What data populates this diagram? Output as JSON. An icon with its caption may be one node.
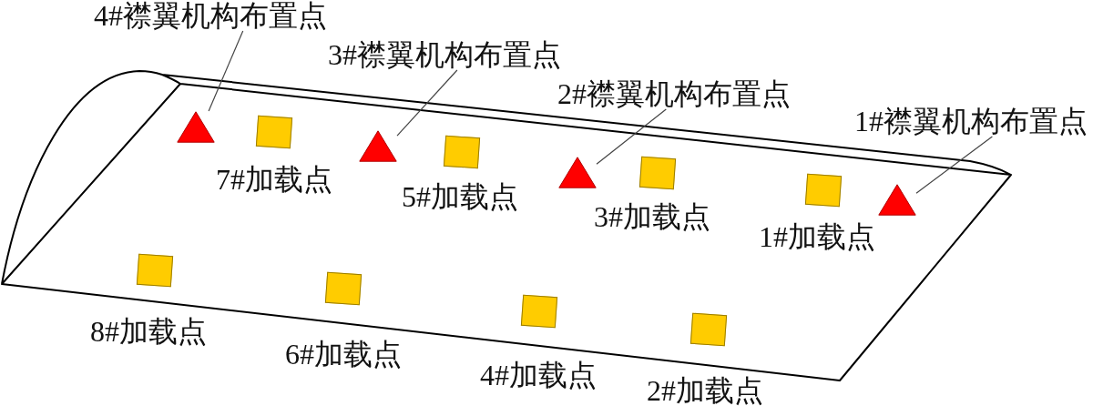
{
  "diagram": {
    "nodes": [
      {
        "text": [
          "4#襟翼机构布置点"
        ]
      },
      {
        "text": [
          "3#襟翼机构布置点"
        ]
      },
      {
        "text": [
          "2#襟翼机构布置点"
        ]
      },
      {
        "text": [
          "1#襟翼机构布置点"
        ]
      },
      {
        "text": [],
        "shape": "triangle"
      },
      {
        "text": [],
        "shape": "box",
        "beside": [
          "7#加载点"
        ]
      },
      {
        "text": [],
        "shape": "triangle"
      },
      {
        "text": [],
        "shape": "box",
        "beside": [
          "5#加载点"
        ]
      },
      {
        "text": [],
        "shape": "triangle"
      },
      {
        "text": [],
        "shape": "box",
        "beside": [
          "3#加载点"
        ]
      },
      {
        "text": [],
        "shape": "box",
        "beside": [
          "1#加载点"
        ]
      },
      {
        "text": [],
        "shape": "triangle"
      },
      {
        "text": [],
        "shape": "box",
        "beside": [
          "8#加载点"
        ]
      },
      {
        "text": [],
        "shape": "box",
        "beside": [
          "6#加载点"
        ]
      },
      {
        "text": [],
        "shape": "box",
        "beside": [
          "4#加载点"
        ]
      },
      {
        "text": [],
        "shape": "box",
        "beside": [
          "2#加载点"
        ]
      }
    ],
    "edges": [
      {
        "from": 0,
        "to": 4,
        "arrow": "none"
      },
      {
        "from": 1,
        "to": 6,
        "arrow": "none"
      },
      {
        "from": 2,
        "to": 8,
        "arrow": "none"
      },
      {
        "from": 3,
        "to": 11,
        "arrow": "none"
      }
    ]
  }
}
